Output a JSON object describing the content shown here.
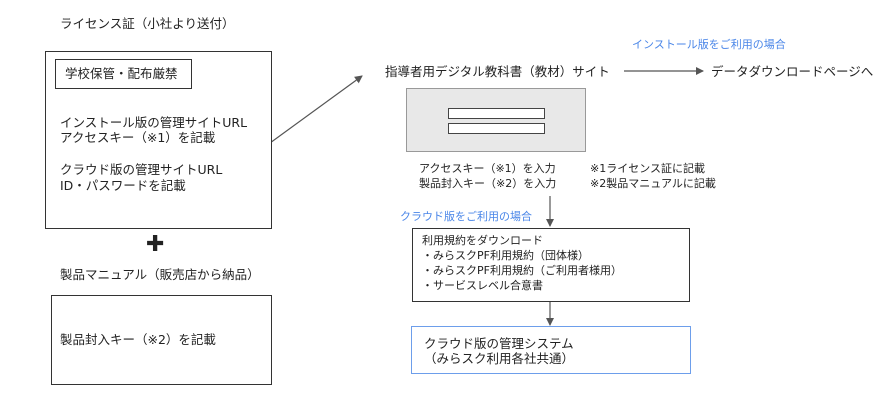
{
  "license": {
    "title": "ライセンス証（小社より送付）",
    "badge": "学校保管・配布厳禁",
    "install_lines": [
      "インストール版の管理サイトURL",
      "アクセスキー（※1）を記載"
    ],
    "cloud_lines": [
      "クラウド版の管理サイトURL",
      "ID・パスワードを記載"
    ]
  },
  "manual": {
    "title": "製品マニュアル（販売店から納品）",
    "line": "製品封入キー（※2）を記載"
  },
  "plus_symbol": "✚",
  "site": {
    "title": "指導者用デジタル教科書（教材）サイト",
    "install_case": "インストール版をご利用の場合",
    "download_page": "データダウンロードページへ"
  },
  "inputs": {
    "lines": [
      "アクセスキー（※1）を入力",
      "製品封入キー（※2）を入力"
    ],
    "notes": [
      "※1ライセンス証に記載",
      "※2製品マニュアルに記載"
    ]
  },
  "cloud": {
    "case_label": "クラウド版をご利用の場合",
    "terms_lines": [
      "利用規約をダウンロード",
      "・みらスクPF利用規約（団体様）",
      "・みらスクPF利用規約（ご利用者様用）",
      "・サービスレベル合意書"
    ],
    "system_lines": [
      "クラウド版の管理システム",
      "（みらスク利用各社共通）"
    ]
  },
  "colors": {
    "accent_blue": "#4a86e8",
    "box_border": "#333333",
    "form_bg": "#e8e8e8"
  }
}
